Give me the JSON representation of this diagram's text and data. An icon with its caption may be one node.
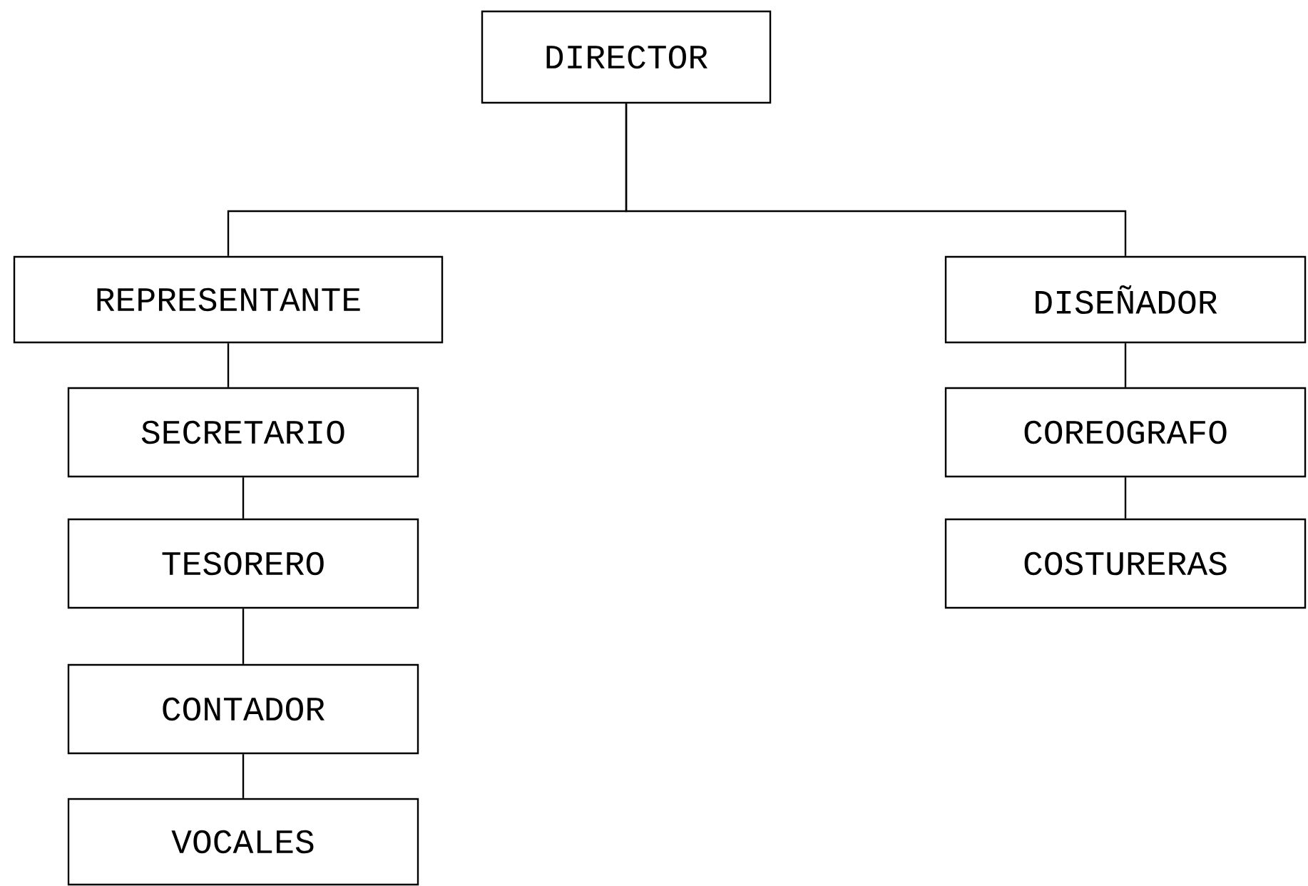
{
  "diagram": {
    "nodes": [
      {
        "text": [
          "DIRECTOR"
        ]
      },
      {
        "text": [
          "REPRESENTANTE"
        ]
      },
      {
        "text": [
          "DISEÑADOR"
        ]
      },
      {
        "text": [
          "SECRETARIO"
        ]
      },
      {
        "text": [
          "TESORERO"
        ]
      },
      {
        "text": [
          "CONTADOR"
        ]
      },
      {
        "text": [
          "VOCALES"
        ]
      },
      {
        "text": [
          "COREOGRAFO"
        ]
      },
      {
        "text": [
          "COSTURERAS"
        ]
      }
    ],
    "edges": [
      {
        "from": 0,
        "to": 1,
        "arrow": "none"
      },
      {
        "from": 0,
        "to": 2,
        "arrow": "none"
      },
      {
        "from": 1,
        "to": 3,
        "arrow": "none"
      },
      {
        "from": 3,
        "to": 4,
        "arrow": "none"
      },
      {
        "from": 4,
        "to": 5,
        "arrow": "none"
      },
      {
        "from": 5,
        "to": 6,
        "arrow": "none"
      },
      {
        "from": 2,
        "to": 7,
        "arrow": "none"
      },
      {
        "from": 7,
        "to": 8,
        "arrow": "none"
      }
    ]
  }
}
